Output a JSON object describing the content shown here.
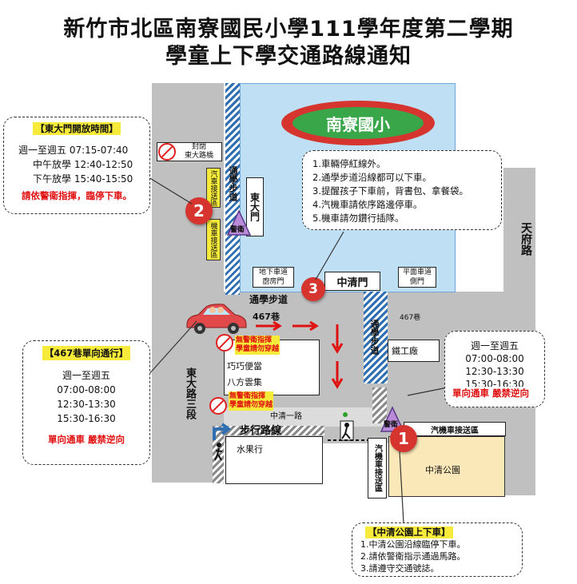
{
  "title": {
    "line1": "新竹市北區南寮國民小學111學年度第二學期",
    "line2": "學童上下學交通路線通知"
  },
  "school": {
    "name": "南寮國小"
  },
  "roads": {
    "tianfu": "天府路",
    "dongda": "東大路三段",
    "zhongqing_road": "中清一路",
    "lane467": "467巷",
    "lane467_right": "467巷",
    "walkway_label": "步行路線",
    "school_walk_h": "通學步道",
    "school_walk_v": "通學步道",
    "school_walk_left": "通學步道"
  },
  "gates": {
    "east": "東大門",
    "zhongqing": "中清門",
    "underground": "地下車道\n廚房門",
    "flat": "平面車道\n側門",
    "closed_bridge": "封閉\n東大路橋"
  },
  "zones": {
    "pickup_left1": "汽車接送區",
    "pickup_left2": "機車接送區",
    "car_pickup_bar": "汽機車接送區",
    "car_pickup_vertical": "汽機車接送區",
    "park": "中清公園"
  },
  "places": {
    "shop1": "巧巧便當",
    "shop2": "八方雲集",
    "fruit": "水果行",
    "iron": "鐵工廠"
  },
  "police": {
    "label1": "警衛",
    "label2": "警衛"
  },
  "warnings": {
    "w1_line1": "無警衛指揮",
    "w1_line2": "學童請勿穿越",
    "w2_line1": "無警衛指揮",
    "w2_line2": "學童請勿穿越"
  },
  "badges": {
    "b1": "1",
    "b2": "2",
    "b3": "3"
  },
  "callout_east": {
    "heading": "【東大門開放時間】",
    "row1": "週一至週五 07:15-07:40",
    "row2": "中午放學 12:40-12:50",
    "row3": "下午放學 15:40-15:50",
    "note": "請依警衛指揮，臨停下車。"
  },
  "callout_rules": {
    "r1": "1.車輛停紅線外。",
    "r2": "2.通學步道沿線都可以下車。",
    "r3": "3.提醒孩子下車前，背書包、拿餐袋。",
    "r4": "4.汽機車請依序路邊停車。",
    "r5": "5.機車請勿鑽行插隊。"
  },
  "callout_lane": {
    "heading": "【467巷單向通行】",
    "row1": "週一至週五",
    "row2": "07:00-08:00",
    "row3": "12:30-13:30",
    "row4": "15:30-16:30",
    "note": "單向通車 嚴禁逆向"
  },
  "callout_right": {
    "row1": "週一至週五",
    "row2": "07:00-08:00",
    "row3": "12:30-13:30",
    "row4": "15:30-16:30",
    "note": "單向通車 嚴禁逆向"
  },
  "callout_park": {
    "heading": "【中清公園上下車】",
    "r1": "1.中清公園沿線臨停下車。",
    "r2": "2.請依警衛指示通過馬路。",
    "r3": "3.請遵守交通號誌。"
  },
  "colors": {
    "red": "#d6342e",
    "yellow": "#f6ea3a",
    "blue": "#2f6fb2",
    "school_green": "#3aa64a"
  }
}
